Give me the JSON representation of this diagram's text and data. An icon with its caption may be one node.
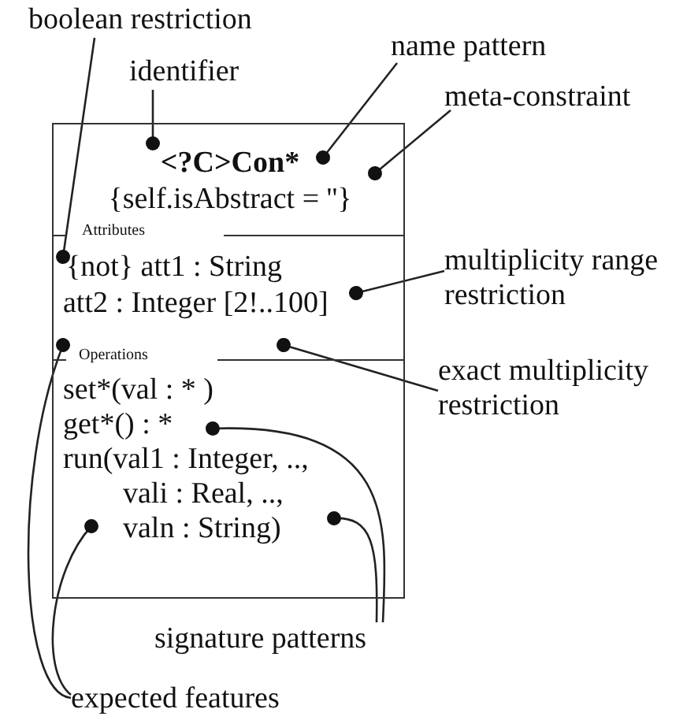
{
  "diagram": {
    "nodes": [
      {
        "text": [
          "<?C>Con*",
          "{self.isAbstract = ''}",
          "Attributes",
          "{not} att1 : String",
          "att2 : Integer [2!..100]",
          "Operations",
          "set*(val : * )",
          "get*() : *",
          "run(val1 : Integer, .., vali : Real, .., valn : String)"
        ]
      },
      {
        "text": [
          "boolean restriction"
        ]
      },
      {
        "text": [
          "identifier"
        ]
      },
      {
        "text": [
          "name pattern"
        ]
      },
      {
        "text": [
          "meta-constraint"
        ]
      },
      {
        "text": [
          "multiplicity range restriction"
        ]
      },
      {
        "text": [
          "exact multiplicity restriction"
        ]
      },
      {
        "text": [
          "signature patterns"
        ]
      },
      {
        "text": [
          "expected features"
        ]
      }
    ],
    "edges": [
      {
        "from": 1,
        "to": 0,
        "arrow": "other"
      },
      {
        "from": 2,
        "to": 0,
        "arrow": "other"
      },
      {
        "from": 3,
        "to": 0,
        "arrow": "other"
      },
      {
        "from": 4,
        "to": 0,
        "arrow": "other"
      },
      {
        "from": 5,
        "to": 0,
        "arrow": "other"
      },
      {
        "from": 6,
        "to": 0,
        "arrow": "other"
      },
      {
        "from": 7,
        "to": 0,
        "arrow": "other"
      },
      {
        "from": 7,
        "to": 0,
        "arrow": "other"
      },
      {
        "from": 8,
        "to": 0,
        "arrow": "other"
      },
      {
        "from": 8,
        "to": 0,
        "arrow": "other"
      }
    ]
  }
}
